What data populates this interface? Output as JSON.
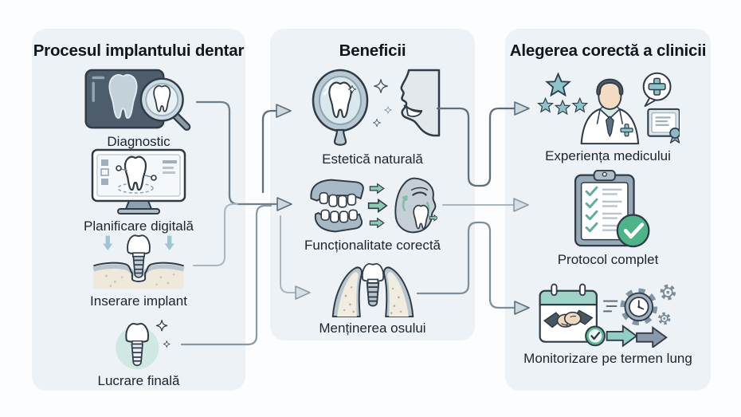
{
  "figure": {
    "type": "infographic-flow",
    "language": "ro"
  },
  "palette": {
    "page_bg": "#fcfdfe",
    "panel_bg": "#edf2f7",
    "outline": "#2f3b46",
    "text": "#1d242c",
    "slate_dark": "#4e5d6b",
    "blue_gray": "#aebdc8",
    "teal": "#8cc5c9",
    "teal_green_arrow": "#8ccbb2",
    "green_check": "#4db389",
    "connector_dark": "#5d6e7c",
    "connector_mid": "#8b99a5",
    "connector_light": "#aab7c1",
    "arrowhead_fill": "#ccd7de"
  },
  "columns": [
    {
      "id": "process",
      "title": "Procesul implantului dentar",
      "items": [
        {
          "label": "Diagnostic",
          "icon": "xray-magnifier-icon"
        },
        {
          "label": "Planificare digitală",
          "icon": "monitor-tooth-icon"
        },
        {
          "label": "Inserare implant",
          "icon": "implant-insertion-icon"
        },
        {
          "label": "Lucrare finală",
          "icon": "final-crown-icon"
        }
      ]
    },
    {
      "id": "benefits",
      "title": "Beneficii",
      "items": [
        {
          "label": "Estetică naturală",
          "icon": "mirror-smile-icon"
        },
        {
          "label": "Funcționalitate corectă",
          "icon": "jaws-chewing-icon"
        },
        {
          "label": "Menținerea osului",
          "icon": "bone-implant-icon"
        }
      ]
    },
    {
      "id": "clinic",
      "title": "Alegerea corectă a clinicii",
      "items": [
        {
          "label": "Experiența medicului",
          "icon": "doctor-stars-diploma-icon"
        },
        {
          "label": "Protocol complet",
          "icon": "checklist-clipboard-icon"
        },
        {
          "label": "Monitorizare pe termen lung",
          "icon": "calendar-handshake-clock-icon"
        }
      ]
    }
  ],
  "connections": [
    {
      "from": "Diagnostic",
      "to": "Funcționalitate corectă"
    },
    {
      "from": "Inserare implant",
      "to": "Funcționalitate corectă"
    },
    {
      "from": "Lucrare finală",
      "to": "Funcționalitate corectă"
    },
    {
      "from": "Procesul implantului dentar",
      "to": "Estetică naturală"
    },
    {
      "from": "Procesul implantului dentar",
      "to": "Menținerea osului"
    },
    {
      "from": "Estetică naturală",
      "to": "Experiența medicului"
    },
    {
      "from": "Funcționalitate corectă",
      "to": "Protocol complet"
    },
    {
      "from": "Menținerea osului",
      "to": "Monitorizare pe termen lung"
    }
  ]
}
